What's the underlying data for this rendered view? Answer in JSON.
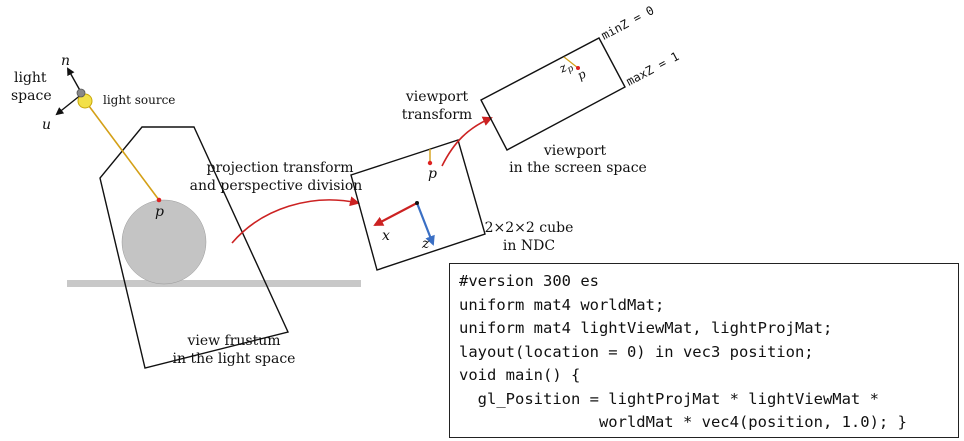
{
  "light_space": {
    "label_line1": "light",
    "label_line2": "space",
    "axis_n": "n",
    "axis_u": "u",
    "light_source_label": "light source"
  },
  "scene": {
    "point_label": "p",
    "frustum_label_line1": "view frustum",
    "frustum_label_line2": "in the light space"
  },
  "projection": {
    "label_line1": "projection transform",
    "label_line2": "and perspective division"
  },
  "ndc_cube": {
    "point_label": "p",
    "axis_x": "x",
    "axis_z": "z",
    "label_line1": "2×2×2 cube",
    "label_line2": "in NDC"
  },
  "viewport": {
    "transform_line1": "viewport",
    "transform_line2": "transform",
    "min_z": "minZ = 0",
    "max_z": "maxZ = 1",
    "zp_label": "z",
    "zp_sub": "p",
    "point_label": "p",
    "label_line1": "viewport",
    "label_line2": "in the screen space"
  },
  "code": {
    "lines": [
      "#version 300 es",
      "uniform mat4 worldMat;",
      "uniform mat4 lightViewMat, lightProjMat;",
      "layout(location = 0) in vec3 position;",
      "void main() {",
      "  gl_Position = lightProjMat * lightViewMat *",
      "               worldMat * vec4(position, 1.0); }"
    ]
  },
  "colors": {
    "red_arrow": "#cc2222",
    "ray": "#d4a017",
    "sphere": "#c4c4c4",
    "ground": "#c8c8c8",
    "blue_axis": "#3a6fc4",
    "point": "#dd2222"
  }
}
